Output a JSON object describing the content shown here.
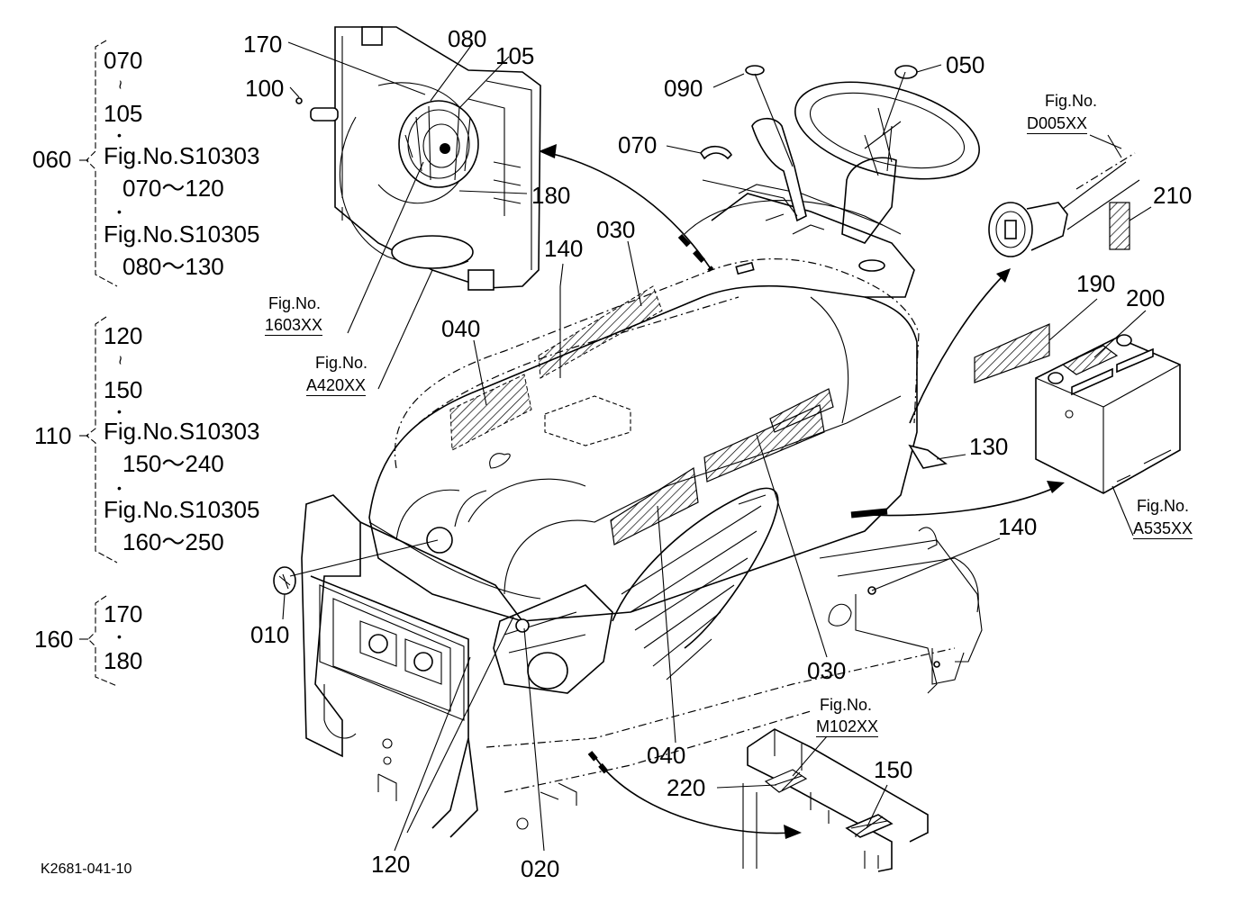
{
  "callouts": {
    "c010": "010",
    "c020": "020",
    "c030a": "030",
    "c030b": "030",
    "c040a": "040",
    "c040b": "040",
    "c050": "050",
    "c070": "070",
    "c080": "080",
    "c090": "090",
    "c100": "100",
    "c105": "105",
    "c120": "120",
    "c130": "130",
    "c140a": "140",
    "c140b": "140",
    "c150": "150",
    "c170": "170",
    "c180": "180",
    "c190": "190",
    "c200": "200",
    "c210": "210",
    "c220": "220"
  },
  "fig_refs": {
    "f1603_title": "Fig.No.",
    "f1603_code": "1603XX",
    "fA420_title": "Fig.No.",
    "fA420_code": "A420XX",
    "fD005_title": "Fig.No.",
    "fD005_code": "D005XX",
    "fA535_title": "Fig.No.",
    "fA535_code": "A535XX",
    "fM102_title": "Fig.No.",
    "fM102_code": "M102XX"
  },
  "groups": [
    {
      "id": "060",
      "range_start": "070",
      "tilde": "~",
      "range_end": "105",
      "bullet1": "•",
      "ref1": "Fig.No.S10303",
      "ref1_range": "070～120",
      "bullet2": "•",
      "ref2": "Fig.No.S10305",
      "ref2_range": "080～130"
    },
    {
      "id": "110",
      "range_start": "120",
      "tilde": "~",
      "range_end": "150",
      "bullet1": "•",
      "ref1": "Fig.No.S10303",
      "ref1_range": "150～240",
      "bullet2": "•",
      "ref2": "Fig.No.S10305",
      "ref2_range": "160～250"
    },
    {
      "id": "160",
      "item1": "170",
      "bullet": "•",
      "item2": "180"
    }
  ],
  "drawing_code": "K2681-041-10"
}
